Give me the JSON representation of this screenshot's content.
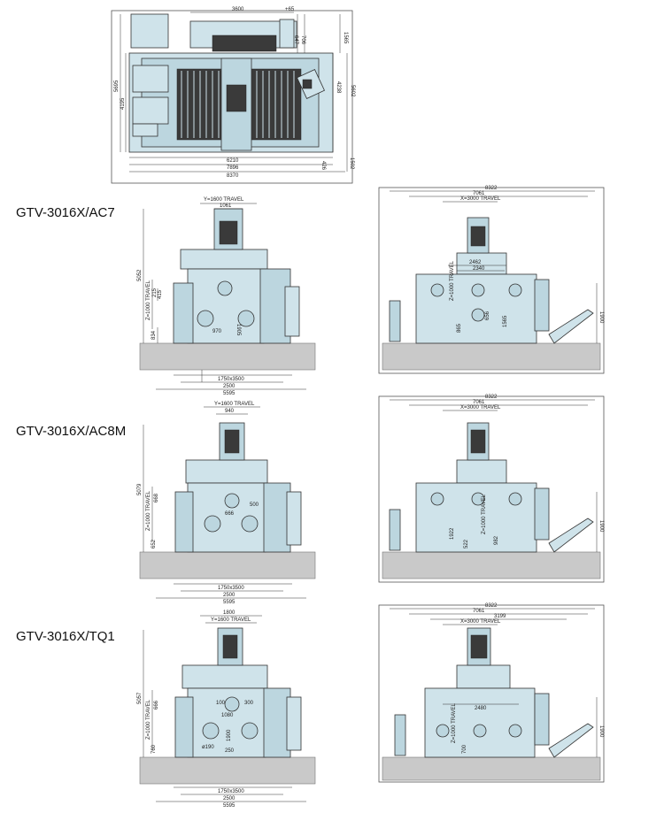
{
  "models": [
    "GTV-3016X/AC7",
    "GTV-3016X/AC8M",
    "GTV-3016X/TQ1"
  ],
  "top_view": {
    "dims": [
      "3600",
      "+65",
      "706",
      "647",
      "1565",
      "5695",
      "4195",
      "4238",
      "5602",
      "6210",
      "7896",
      "8370",
      "426",
      "1502"
    ]
  },
  "ac7": {
    "front": [
      "Y=1600 TRAVEL",
      "1061",
      "5052",
      "215",
      "415",
      "Z=1000 TRAVEL",
      "834",
      "1905",
      "970",
      "1750x3500",
      "2500",
      "5595"
    ],
    "side": [
      "8322",
      "7061",
      "X=3000 TRAVEL",
      "2462",
      "2340",
      "Z=1000 TRAVEL",
      "865",
      "656",
      "1565",
      "1900"
    ]
  },
  "ac8m": {
    "front": [
      "Y=1600 TRAVEL",
      "940",
      "5079",
      "Z=1000 TRAVEL",
      "668",
      "666",
      "500",
      "652",
      "1750x3500",
      "2500",
      "5595"
    ],
    "side": [
      "8322",
      "7061",
      "X=3000 TRAVEL",
      "1922",
      "Z=1000 TRAVEL",
      "522",
      "982",
      "1900"
    ]
  },
  "tq1": {
    "front": [
      "1800",
      "Y=1600 TRAVEL",
      "5057",
      "Z=1000 TRAVEL",
      "666",
      "1080",
      "100",
      "300",
      "1900",
      "250",
      "ø190",
      "760",
      "1750x3500",
      "2500",
      "5595"
    ],
    "side": [
      "8322",
      "7061",
      "3199",
      "X=3000 TRAVEL",
      "2480",
      "Z=1000 TRAVEL",
      "700",
      "1900"
    ]
  }
}
